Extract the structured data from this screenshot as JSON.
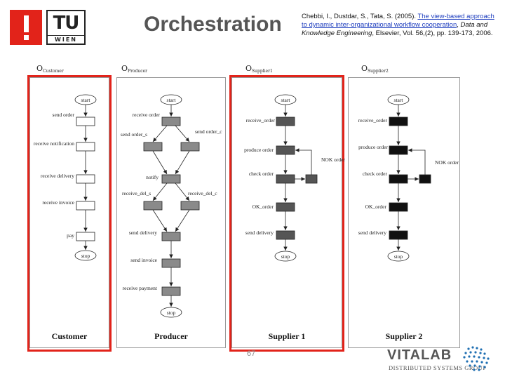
{
  "header": {
    "title": "Orchestration",
    "logo_text": "TU",
    "logo_sub": "WIEN"
  },
  "citation": {
    "authors": "Chebbi, I., Dustdar, S., Tata, S. (2005).",
    "link_text": "The view-based approach to dynamic inter-organizational workflow cooperation",
    "journal": "Data and Knowledge Engineering",
    "publisher": ", Elsevier, Vol. 56,(2), pp. 139-173, 2006."
  },
  "o_labels": [
    {
      "letter": "O",
      "sub": "Customer"
    },
    {
      "letter": "O",
      "sub": "Producer"
    },
    {
      "letter": "O",
      "sub": "Supplier1"
    },
    {
      "letter": "O",
      "sub": "Supplier2"
    }
  ],
  "panels": [
    {
      "name": "Customer"
    },
    {
      "name": "Producer"
    },
    {
      "name": "Supplier 1"
    },
    {
      "name": "Supplier 2"
    }
  ],
  "customer_nodes": [
    "start",
    "send order",
    "receive notification",
    "receive delivery",
    "receive invoice",
    "pay",
    "stop"
  ],
  "producer_nodes": [
    "start",
    "receive order",
    "send order_s",
    "send order_c",
    "notify",
    "receive_del_s",
    "receive_del_c",
    "send delivery",
    "send invoice",
    "receive payment",
    "stop"
  ],
  "supplier_nodes": [
    "start",
    "receive_order",
    "produce order",
    "check order",
    "NOK order",
    "OK_order",
    "send delivery",
    "stop"
  ],
  "footer": {
    "page_number": "67",
    "vitalab_name": "VITALAB",
    "vitalab_sub": "DISTRIBUTED SYSTEMS GROUP"
  },
  "colors": {
    "accent_red": "#e2231a",
    "producer_fill": "#8a8a8a",
    "supplier1_fill": "#555555",
    "supplier2_fill": "#111111"
  }
}
